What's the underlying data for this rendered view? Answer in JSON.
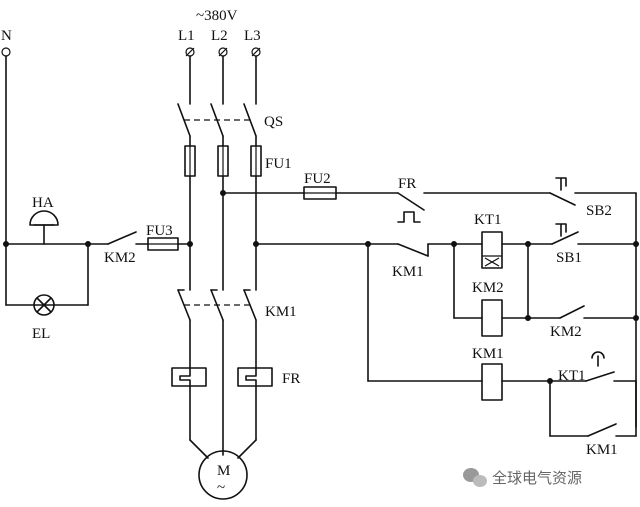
{
  "supply": {
    "voltage": "~380V",
    "neutral": "N",
    "phases": [
      "L1",
      "L2",
      "L3"
    ]
  },
  "labels": {
    "qs": "QS",
    "fu1": "FU1",
    "fu2": "FU2",
    "fu3": "FU3",
    "km1_main": "KM1",
    "fr_heater": "FR",
    "motor": "M",
    "ha": "HA",
    "el": "EL",
    "km2_aux": "KM2",
    "fr_contact": "FR",
    "km1_nc": "KM1",
    "kt1_coil": "KT1",
    "km2_coil": "KM2",
    "km1_coil": "KM1",
    "sb2": "SB2",
    "sb1": "SB1",
    "km2_no": "KM2",
    "kt1_contact": "KT1",
    "km1_no": "KM1"
  },
  "watermark": {
    "text": "全球电气资源",
    "icon": "wechat-icon"
  }
}
